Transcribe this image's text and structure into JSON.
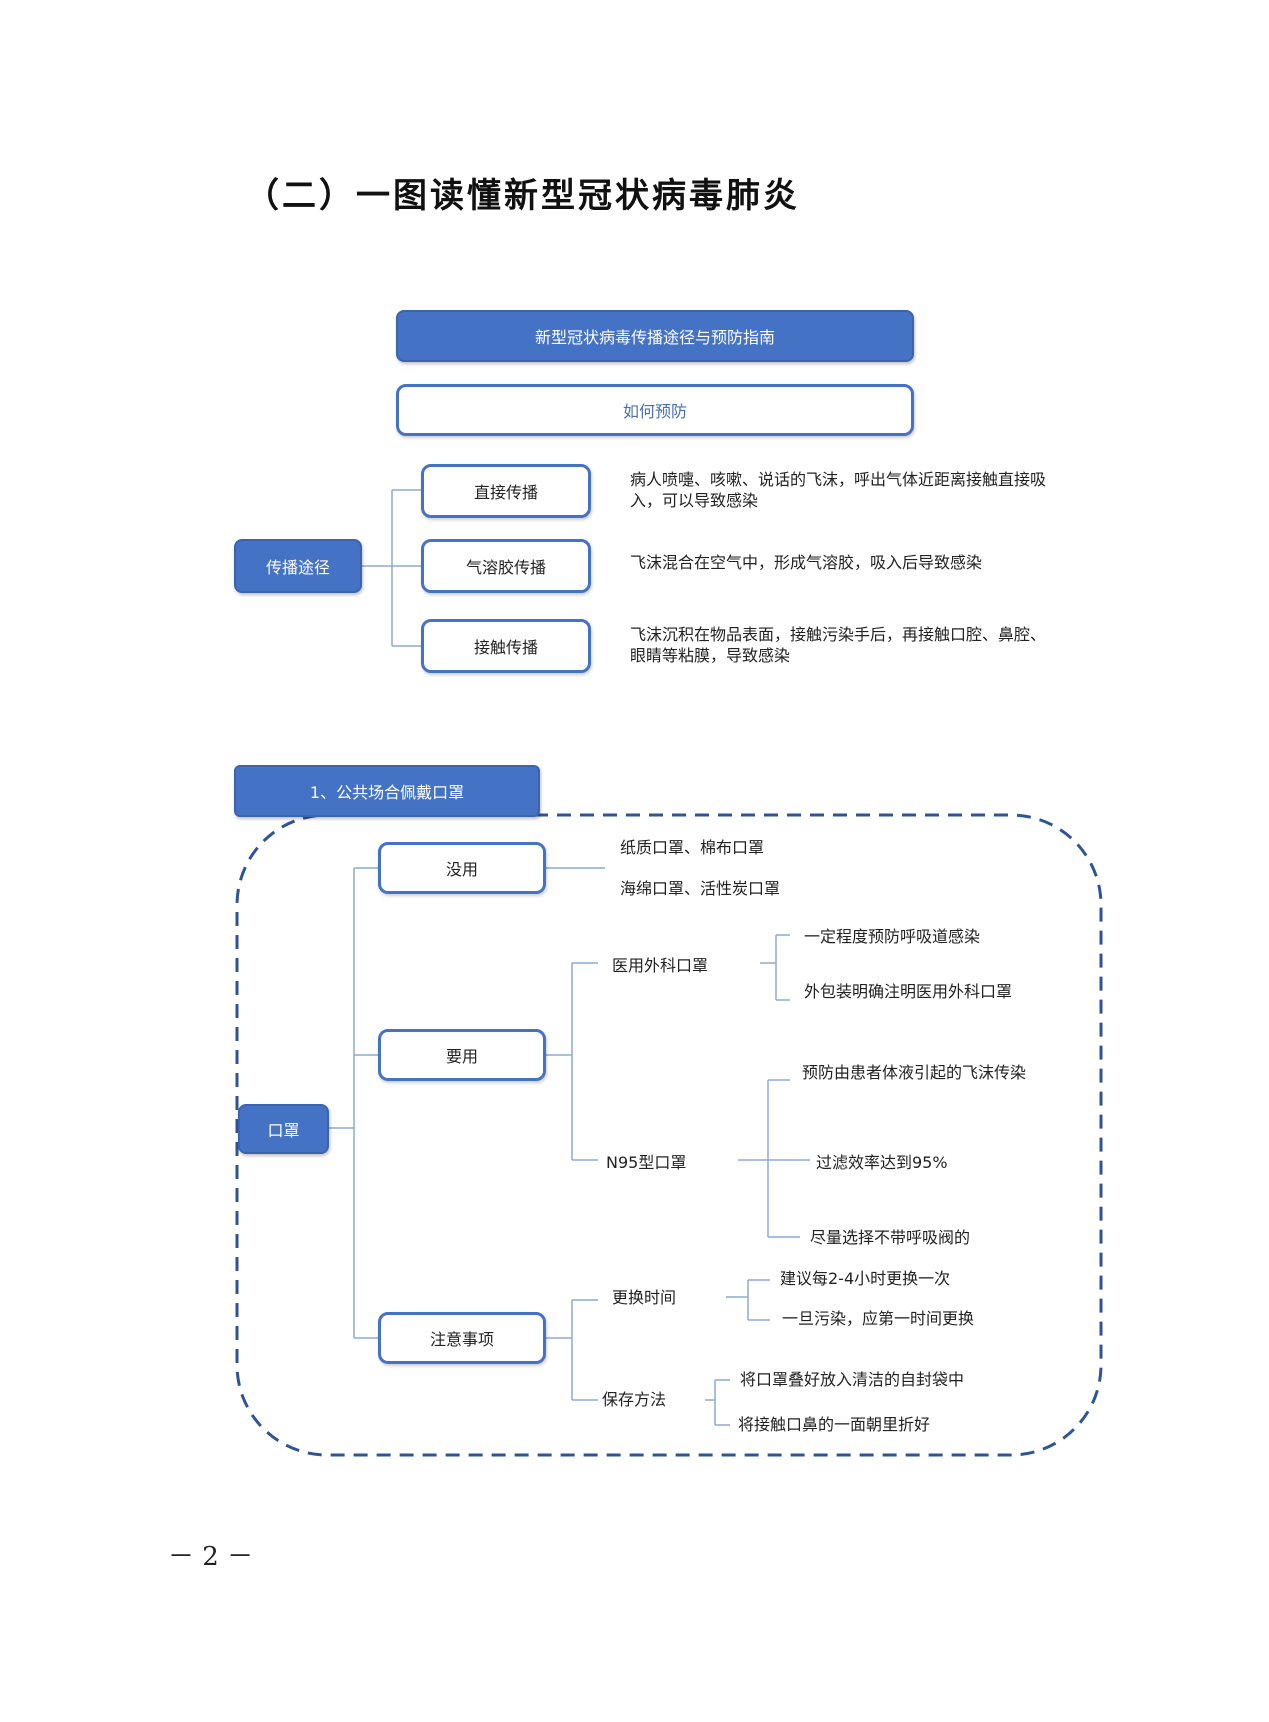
{
  "title": "（二）一图读懂新型冠状病毒肺炎",
  "header": {
    "main": "新型冠状病毒传播途径与预防指南",
    "sub": "如何预防"
  },
  "transmission": {
    "root": "传播途径",
    "items": [
      {
        "label": "直接传播",
        "desc": "病人喷嚏、咳嗽、说话的飞沫，呼出气体近距离接触直接吸入，可以导致感染"
      },
      {
        "label": "气溶胶传播",
        "desc": "飞沫混合在空气中，形成气溶胶，吸入后导致感染"
      },
      {
        "label": "接触传播",
        "desc": "飞沫沉积在物品表面，接触污染手后，再接触口腔、鼻腔、眼睛等粘膜，导致感染"
      }
    ]
  },
  "masks": {
    "section": "1、公共场合佩戴口罩",
    "root": "口罩",
    "useless": {
      "label": "没用",
      "items": [
        "纸质口罩、棉布口罩",
        "海绵口罩、活性炭口罩"
      ]
    },
    "useful": {
      "label": "要用",
      "surgical": {
        "label": "医用外科口罩",
        "items": [
          "一定程度预防呼吸道感染",
          "外包装明确注明医用外科口罩"
        ]
      },
      "n95": {
        "label": "N95型口罩",
        "items": [
          "预防由患者体液引起的飞沫传染",
          "过滤效率达到95%",
          "尽量选择不带呼吸阀的"
        ]
      }
    },
    "notes": {
      "label": "注意事项",
      "change": {
        "label": "更换时间",
        "items": [
          "建议每2-4小时更换一次",
          "一旦污染，应第一时间更换"
        ]
      },
      "storage": {
        "label": "保存方法",
        "items": [
          "将口罩叠好放入清洁的自封袋中",
          "将接触口鼻的一面朝里折好"
        ]
      }
    }
  },
  "page_number": "－ 2 －"
}
